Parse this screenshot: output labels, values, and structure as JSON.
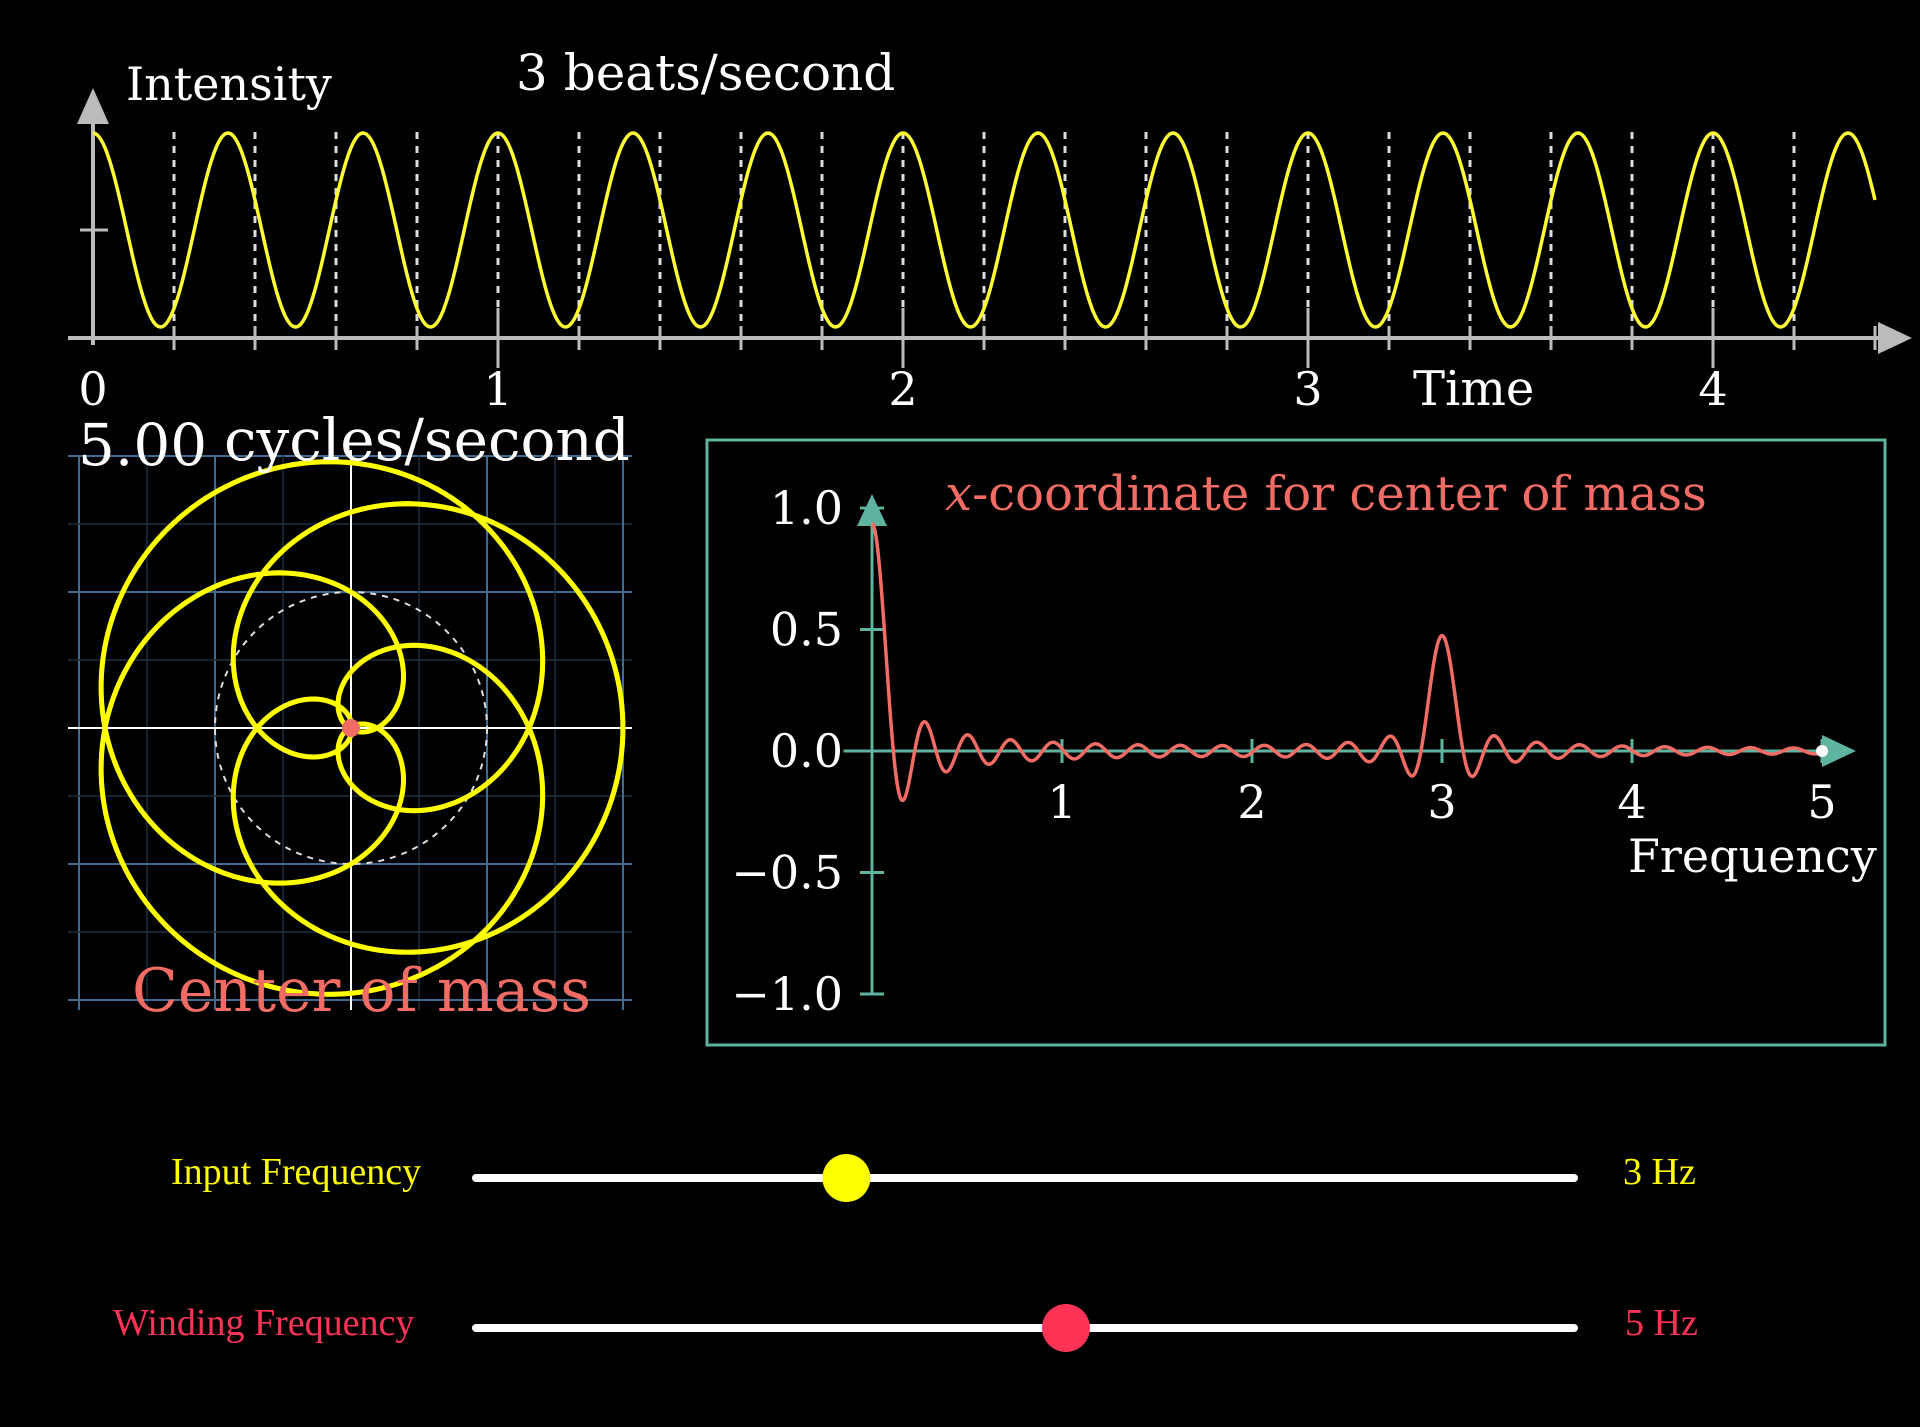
{
  "top_plot": {
    "y_label": "Intensity",
    "x_label": "Time",
    "title": "3 beats/second",
    "x_ticks": [
      "0",
      "1",
      "2",
      "3",
      "4"
    ],
    "signal_frequency": 3,
    "winding_frequency": 5,
    "time_range": [
      0,
      4.4
    ],
    "curve_color": "#ffff33"
  },
  "winding": {
    "freq_readout": "5.00",
    "freq_unit": "cycles/second",
    "caption": "Center of mass",
    "curve_color": "#ffff00",
    "caption_color": "#f06c64"
  },
  "fourier": {
    "title_italic": "x",
    "title_rest": "-coordinate for center of mass",
    "x_label": "Frequency",
    "x_ticks": [
      "1",
      "2",
      "3",
      "4",
      "5"
    ],
    "y_ticks": [
      "1.0",
      "0.5",
      "0.0",
      "−0.5",
      "−1.0"
    ],
    "x_range": [
      0,
      5
    ],
    "y_range": [
      -1,
      1
    ],
    "frame_color": "#5fb4a0",
    "curve_color": "#f06c64"
  },
  "sliders": {
    "input": {
      "label": "Input Frequency",
      "value_text": "3 Hz",
      "value": 3,
      "min": 0,
      "max": 10,
      "color": "#ffff00"
    },
    "winding": {
      "label": "Winding Frequency",
      "value_text": "5 Hz",
      "value": 5,
      "min": 0,
      "max": 10,
      "color": "#ff3355"
    }
  }
}
